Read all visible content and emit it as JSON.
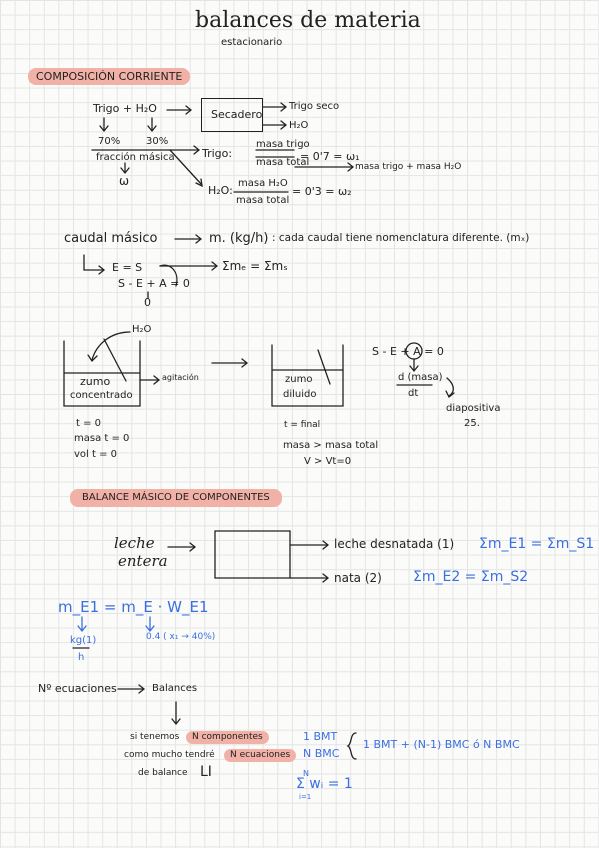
{
  "header": {
    "title": "balances de materia",
    "subtitle": "estacionario"
  },
  "s1": {
    "heading": "COMPOSICIÓN CORRIENTE",
    "feed": "Trigo + H₂O",
    "pct_wheat": "70%",
    "pct_water": "30%",
    "fraccion": "fracción másica",
    "omega": "ω",
    "dryer": "Secadero",
    "out_top": "Trigo seco",
    "out_bottom": "H₂O",
    "trigo_lbl": "Trigo:",
    "trigo_num": "masa trigo",
    "trigo_den": "masa total",
    "trigo_val": "= 0'7 = ω₁",
    "total_note": "masa trigo + masa H₂O",
    "h2o_lbl": "H₂O:",
    "h2o_num": "masa H₂O",
    "h2o_den": "masa total",
    "h2o_val": "= 0'3 = ω₂"
  },
  "s2": {
    "caudal": "caudal másico",
    "m_units": "m. (kg/h)",
    "desc": ": cada caudal tiene nomenclatura diferente. (mₓ)",
    "e_eq_s": "E = S",
    "sum": "Σmₑ = Σmₛ",
    "balance": "S - E + A = 0",
    "zero": "0"
  },
  "s3": {
    "h2o": "H₂O",
    "tank1_l1": "zumo",
    "tank1_l2": "concentrado",
    "agitacion": "agitación",
    "t0": "t = 0",
    "masa_t0": "masa t = 0",
    "vol_t0": "vol t = 0",
    "tank2_l1": "zumo",
    "tank2_l2": "diluido",
    "tfinal": "t = final",
    "masa_total": "masa > masa total",
    "v_gt": "V > Vt=0",
    "eq": "S - E + A = 0",
    "dnum": "d (masa)",
    "dden": "dt",
    "diapo": "diapositiva",
    "diapo_num": "25."
  },
  "s4": {
    "heading": "BALANCE MÁSICO DE COMPONENTES",
    "leche": "leche",
    "entera": "entera",
    "out1": "leche desnatada (1)",
    "out1_eq": "Σm_E1 = Σm_S1",
    "out2": "nata (2)",
    "out2_eq": "Σm_E2 = Σm_S2",
    "m_eq": "m_E1 = m_E · W_E1",
    "kg_h": "kg(1)",
    "h": "h",
    "pct": "0.4 ( x₁ → 40%)"
  },
  "s5": {
    "n_ec": "Nº ecuaciones",
    "balances": "Balances",
    "l1a": "si tenemos",
    "l1b": "N componentes",
    "l2a": "como mucho tendré",
    "l2b": "N ecuaciones",
    "l3": "de balance",
    "li": "LI",
    "bmt": "1 BMT",
    "nbmc": "N BMC",
    "combo": "1 BMT + (N-1) BMC ó N BMC",
    "sum_wi": "Σ wᵢ = 1",
    "sum_top": "N",
    "sum_bot": "i=1"
  }
}
